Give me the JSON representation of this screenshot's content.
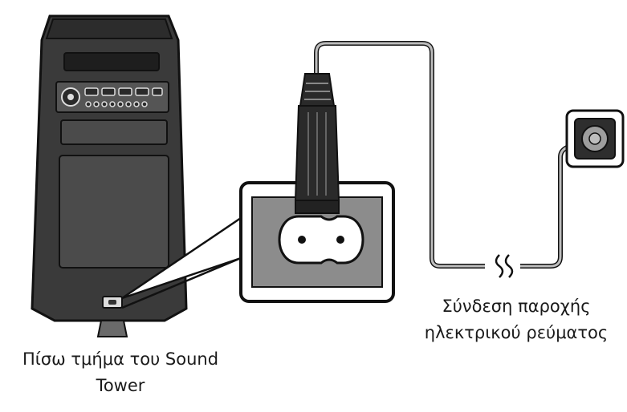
{
  "captions": {
    "back_line1": "Πίσω τμήμα του Sound",
    "back_line2": "Tower",
    "power_line1": "Σύνδεση παροχής",
    "power_line2": "ηλεκτρικού ρεύματος"
  },
  "colors": {
    "speaker_dark": "#3a3a3a",
    "speaker_panel": "#4b4b4b",
    "cable_gray": "#bdbdbd",
    "line_black": "#111111",
    "socket_gray": "#9e9e9e"
  }
}
